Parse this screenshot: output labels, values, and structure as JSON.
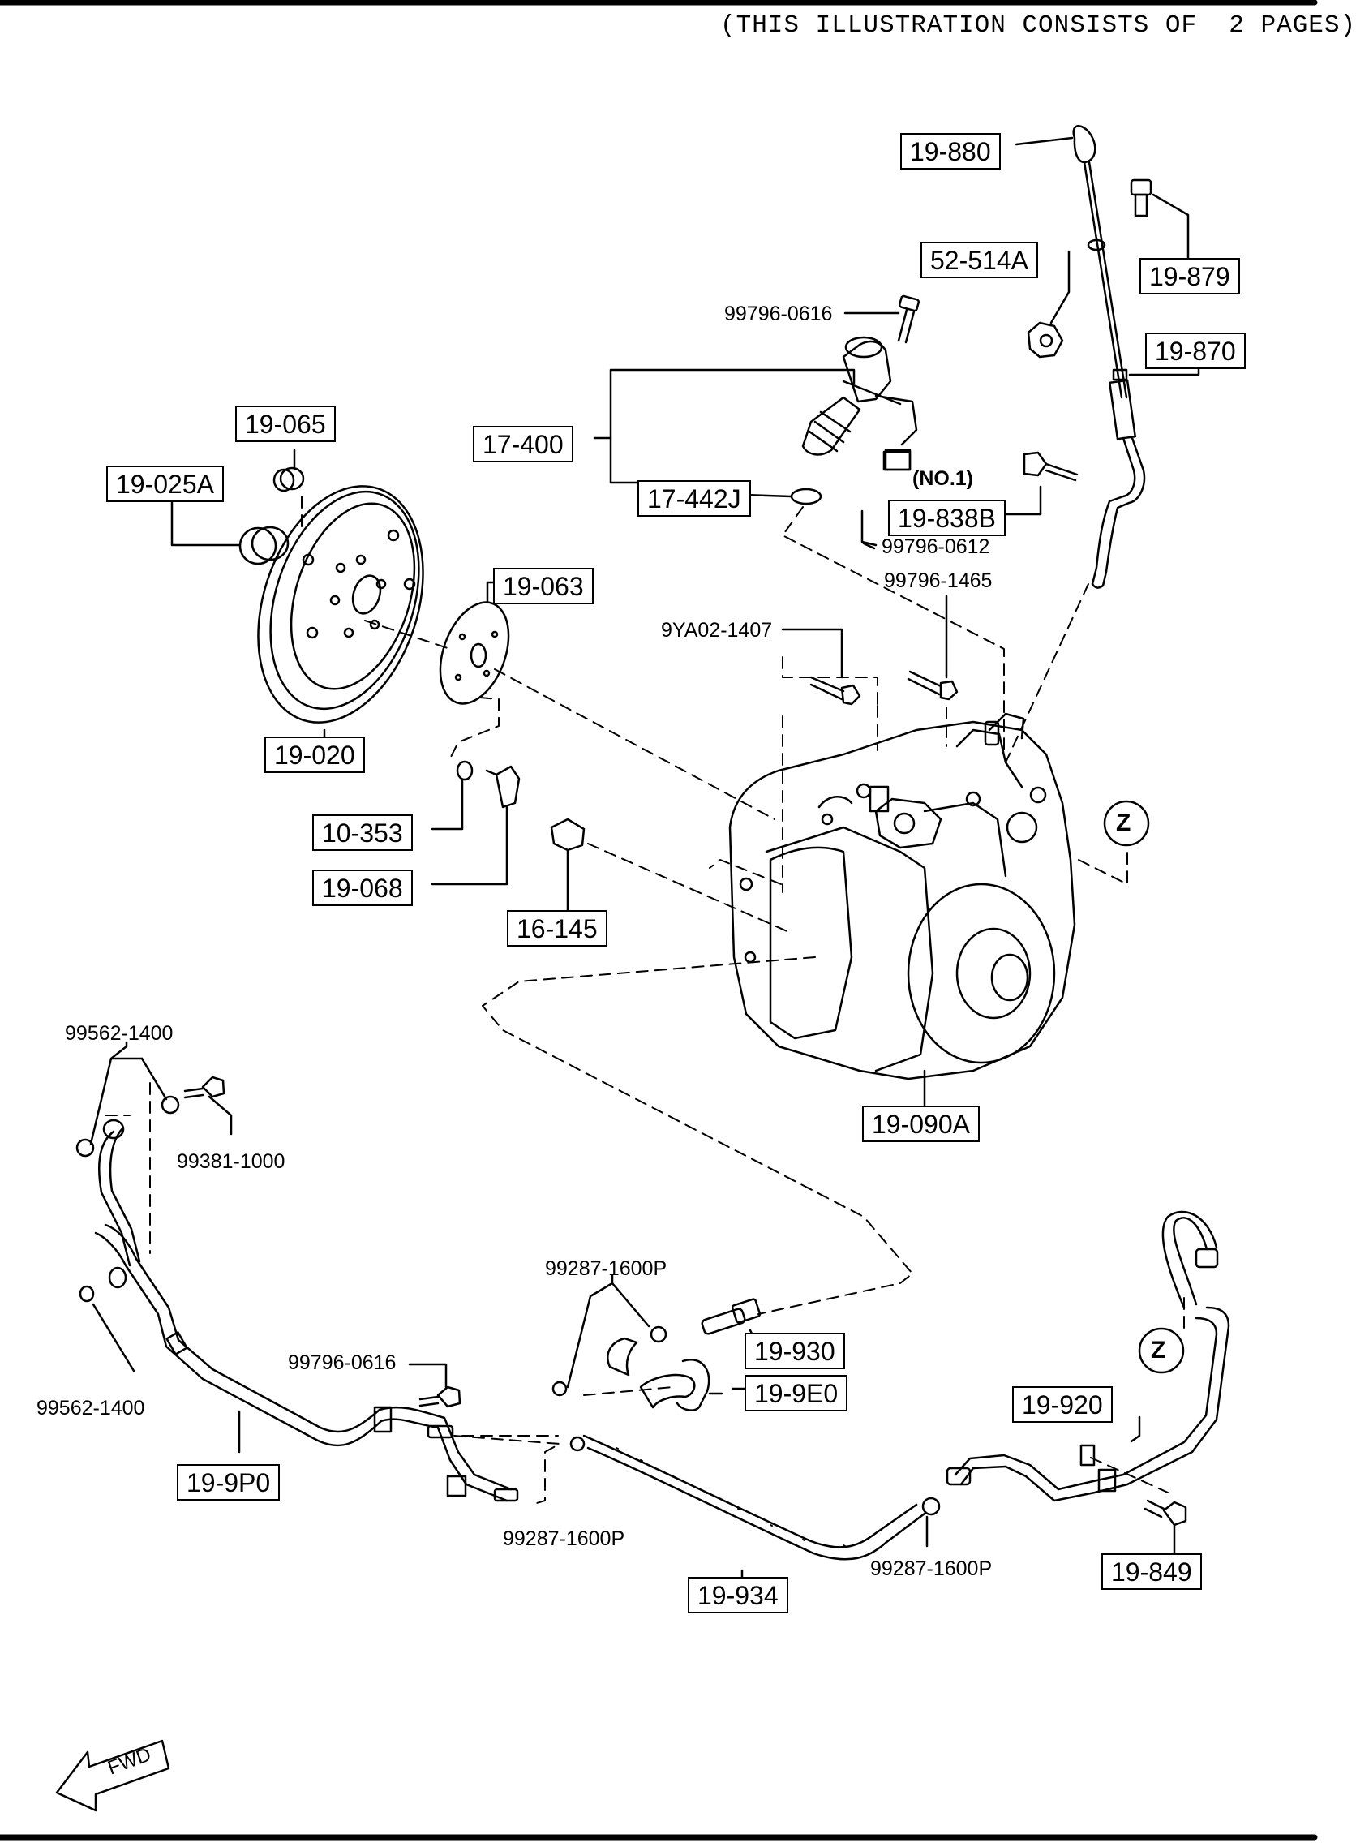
{
  "header": "(THIS ILLUSTRATION CONSISTS OF  2 PAGES)",
  "parts": {
    "p19_880": "19-880",
    "p19_879": "19-879",
    "p52_514A": "52-514A",
    "p19_870": "19-870",
    "b99796_0616_top": "99796-0616",
    "p17_400": "17-400",
    "p17_442J": "17-442J",
    "no1": "(NO.1)",
    "p19_838B": "19-838B",
    "b99796_0612": "99796-0612",
    "b99796_1465": "99796-1465",
    "b9YA02_1407": "9YA02-1407",
    "p19_065": "19-065",
    "p19_025A": "19-025A",
    "p19_063": "19-063",
    "p19_020": "19-020",
    "p10_353": "10-353",
    "p19_068": "19-068",
    "p16_145": "16-145",
    "p19_090A": "19-090A",
    "zone_mark": "Z",
    "w99562_1400_top": "99562-1400",
    "b99381_1000": "99381-1000",
    "w99562_1400_bottom": "99562-1400",
    "c99287_1600P_top": "99287-1600P",
    "p19_930": "19-930",
    "p19_9E0": "19-9E0",
    "b99796_0616_bottom": "99796-0616",
    "p19_920": "19-920",
    "p19_9P0": "19-9P0",
    "c99287_1600P_mid": "99287-1600P",
    "c99287_1600P_right": "99287-1600P",
    "p19_849": "19-849",
    "p19_934": "19-934",
    "fwd": "FWD"
  }
}
